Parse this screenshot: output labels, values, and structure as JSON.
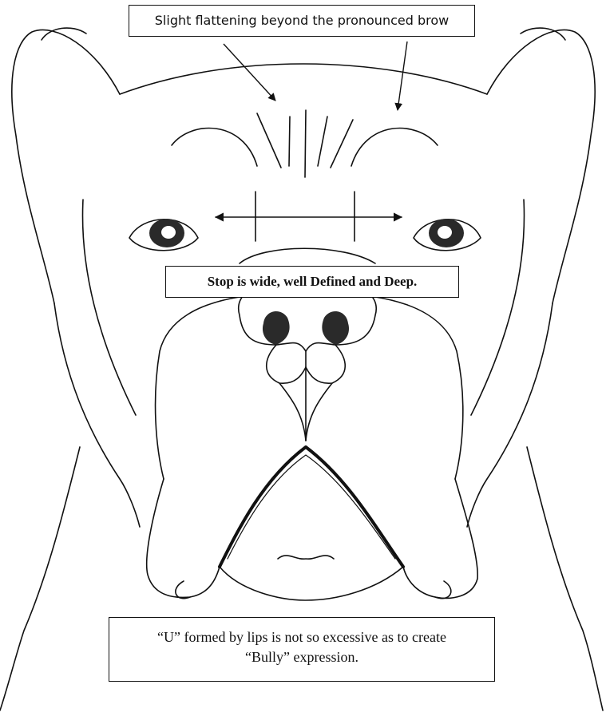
{
  "annotations": {
    "brow": "Slight flattening beyond the pronounced brow",
    "stop": "Stop is wide, well Defined and Deep.",
    "lips_line1": "“U” formed by lips is not so excessive as to create",
    "lips_line2": "“Bully” expression."
  },
  "colors": {
    "ink": "#111111",
    "fill": "#2a2a2a",
    "paper": "#ffffff"
  }
}
